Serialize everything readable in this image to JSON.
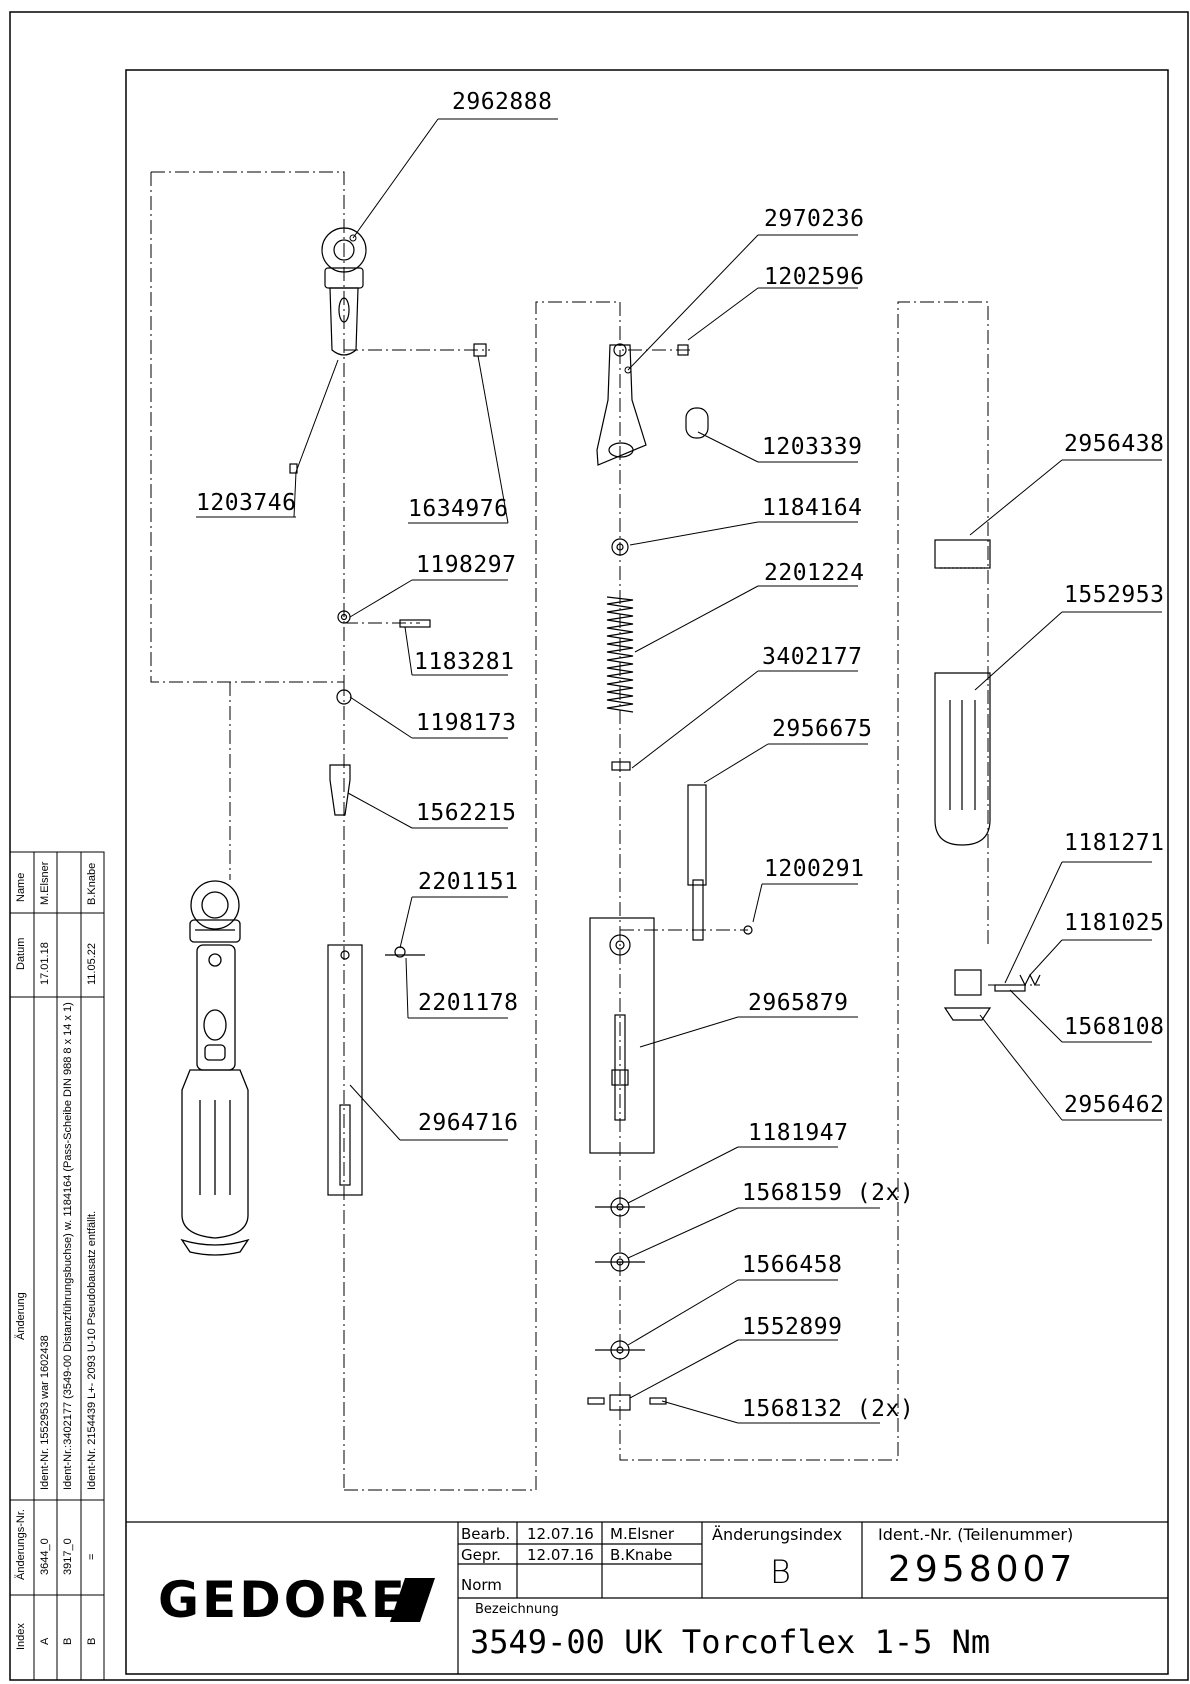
{
  "parts": [
    "2962888",
    "1634976",
    "1203746",
    "1198297",
    "1183281",
    "1198173",
    "1562215",
    "2201151",
    "2201178",
    "2964716",
    "2970236",
    "1202596",
    "1203339",
    "1184164",
    "2201224",
    "3402177",
    "2956675",
    "1200291",
    "2965879",
    "1181947",
    "1568159 (2x)",
    "1566458",
    "1552899",
    "1568132 (2x)",
    "2956438",
    "1552953",
    "1181271",
    "1181025",
    "1568108",
    "2956462"
  ],
  "title_block": {
    "bearb_label": "Bearb.",
    "bearb_date": "12.07.16",
    "bearb_name": "M.Elsner",
    "gepr_label": "Gepr.",
    "gepr_date": "12.07.16",
    "gepr_name": "B.Knabe",
    "norm_label": "Norm",
    "aenderungsindex_label": "Änderungsindex",
    "aenderungsindex_value": "B",
    "ident_label": "Ident.-Nr.  (Teilenummer)",
    "ident_value": "2958007",
    "bezeichnung_label": "Bezeichnung",
    "bezeichnung_value": "3549-00 UK Torcoflex 1-5 Nm",
    "logo": "GEDORE"
  },
  "revision_table": {
    "headers": {
      "index": "Index",
      "aenderungs_nr": "Änderungs-Nr.",
      "aenderung": "Änderung",
      "datum": "Datum",
      "name": "Name"
    },
    "rows": [
      {
        "index": "A",
        "nr": "3644_0",
        "text": "Ident-Nr. 1552953 war 1602438",
        "datum": "17.01.18",
        "name": "M.Elsner"
      },
      {
        "index": "B",
        "nr": "3917_0",
        "text": "Ident-Nr.:3402177 (3549-00 Distanzführungsbuchse) w. 1184164 (Pass-Scheibe DIN 988 8 x 14 x 1)",
        "datum": "",
        "name": ""
      },
      {
        "index": "B",
        "nr": "=",
        "text": "Ident-Nr. 2154439  L+- 2093 U-10 Pseudobausatz entfällt.",
        "datum": "11.05.22",
        "name": "B.Knabe"
      }
    ]
  }
}
